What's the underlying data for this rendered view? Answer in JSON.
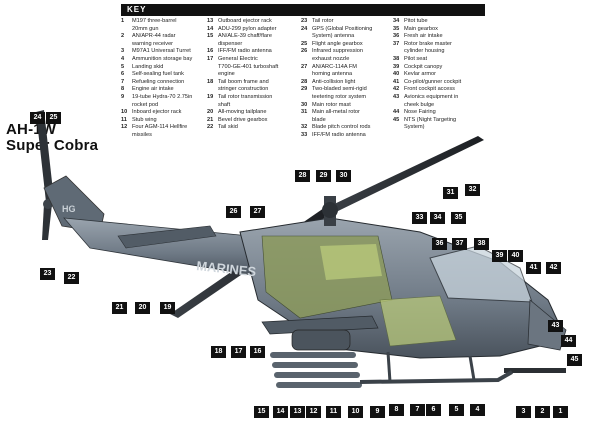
{
  "title": {
    "line1": "AH-1W",
    "line2": "Super Cobra"
  },
  "key": {
    "header": "KEY",
    "columns": [
      [
        {
          "n": "1",
          "t": "M197 three-barrel\n20mm gun"
        },
        {
          "n": "2",
          "t": "AN/APR-44 radar\nwarning receiver"
        },
        {
          "n": "3",
          "t": "M97A1 Universal Turret"
        },
        {
          "n": "4",
          "t": "Ammunition storage bay"
        },
        {
          "n": "5",
          "t": "Landing skid"
        },
        {
          "n": "6",
          "t": "Self-sealing fuel tank"
        },
        {
          "n": "7",
          "t": "Refueling connection"
        },
        {
          "n": "8",
          "t": "Engine air intake"
        },
        {
          "n": "9",
          "t": "19-tube Hydra-70 2.75in\nrocket pod"
        },
        {
          "n": "10",
          "t": "Inboard ejector rack"
        },
        {
          "n": "11",
          "t": "Stub wing"
        },
        {
          "n": "12",
          "t": "Four AGM-114 Hellfire\nmissiles"
        }
      ],
      [
        {
          "n": "13",
          "t": "Outboard ejector rack"
        },
        {
          "n": "14",
          "t": "ADU-299 pylon adapter"
        },
        {
          "n": "15",
          "t": "AN/ALE-39 chaff/flare\ndispenser"
        },
        {
          "n": "16",
          "t": "IFF/FM radio antenna"
        },
        {
          "n": "17",
          "t": "General Electric\nT700-GE-401 turboshaft\nengine"
        },
        {
          "n": "18",
          "t": "Tail boom frame and\nstringer construction"
        },
        {
          "n": "19",
          "t": "Tail rotor transmission\nshaft"
        },
        {
          "n": "20",
          "t": "All-moving tailplane"
        },
        {
          "n": "21",
          "t": "Bevel drive gearbox"
        },
        {
          "n": "22",
          "t": "Tail skid"
        }
      ],
      [
        {
          "n": "23",
          "t": "Tail rotor"
        },
        {
          "n": "24",
          "t": "GPS (Global Positioning\nSystem) antenna"
        },
        {
          "n": "25",
          "t": "Flight angle gearbox"
        },
        {
          "n": "26",
          "t": "Infrared suppression\nexhaust nozzle"
        },
        {
          "n": "27",
          "t": "AN/ARC-114A FM\nhoming antenna"
        },
        {
          "n": "28",
          "t": "Anti-collision light"
        },
        {
          "n": "29",
          "t": "Two-bladed semi-rigid\nteetering rotor system"
        },
        {
          "n": "30",
          "t": "Main rotor mast"
        },
        {
          "n": "31",
          "t": "Main all-metal rotor\nblade"
        },
        {
          "n": "32",
          "t": "Blade pitch control rods"
        },
        {
          "n": "33",
          "t": "IFF/FM radio antenna"
        }
      ],
      [
        {
          "n": "34",
          "t": "Pitot tube"
        },
        {
          "n": "35",
          "t": "Main gearbox"
        },
        {
          "n": "36",
          "t": "Fresh air intake"
        },
        {
          "n": "37",
          "t": "Rotor brake master\ncylinder housing"
        },
        {
          "n": "38",
          "t": "Pilot seat"
        },
        {
          "n": "39",
          "t": "Cockpit canopy"
        },
        {
          "n": "40",
          "t": "Kevlar armor"
        },
        {
          "n": "41",
          "t": "Co-pilot/gunner cockpit"
        },
        {
          "n": "42",
          "t": "Front cockpit access"
        },
        {
          "n": "43",
          "t": "Avionics equipment in\ncheek bulge"
        },
        {
          "n": "44",
          "t": "Nose Fairing"
        },
        {
          "n": "45",
          "t": "NTS (Night Targeting\nSystem)"
        }
      ]
    ]
  },
  "fuselage_marking": "MARINES",
  "fin_marking": "HG",
  "callouts": [
    "1",
    "2",
    "3",
    "4",
    "5",
    "6",
    "7",
    "8",
    "9",
    "10",
    "11",
    "12",
    "13",
    "14",
    "15",
    "16",
    "17",
    "18",
    "19",
    "20",
    "21",
    "22",
    "23",
    "24",
    "25",
    "26",
    "27",
    "28",
    "29",
    "30",
    "31",
    "32",
    "33",
    "34",
    "35",
    "36",
    "37",
    "38",
    "39",
    "40",
    "41",
    "42",
    "43",
    "44",
    "45"
  ],
  "colors": {
    "fuselage": "#7a8590",
    "fuselage_dark": "#4c5560",
    "internals": "#b8c87a",
    "label_bg": "#111111",
    "label_fg": "#ffffff"
  }
}
